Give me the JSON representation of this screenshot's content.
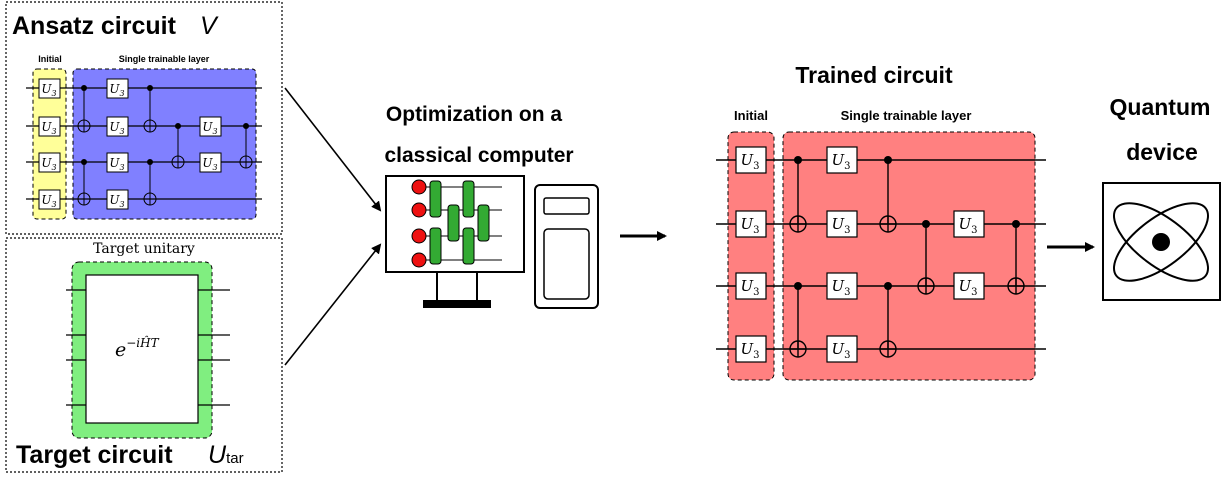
{
  "ansatz_panel": {
    "title": "Ansatz circuit",
    "title_symbol": "V",
    "initial_label": "Initial",
    "layer_label": "Single trainable layer",
    "gate_label": "U",
    "gate_subscript": "3",
    "colors": {
      "initial": "#ffff99",
      "layer": "#8080ff"
    }
  },
  "target_panel": {
    "caption": "Target unitary",
    "operator_base": "e",
    "operator_exponent": "−iĤT",
    "title": "Target circuit",
    "title_symbol": "U",
    "title_subscript": "tar",
    "colors": {
      "box": "#80ee80"
    }
  },
  "optimization": {
    "title_line1": "Optimization on a",
    "title_line2": "classical computer",
    "colors": {
      "qubit": "#ee1111",
      "gate": "#33aa33"
    }
  },
  "trained_panel": {
    "title": "Trained circuit",
    "initial_label": "Initial",
    "layer_label": "Single trainable layer",
    "gate_label": "U",
    "gate_subscript": "3",
    "colors": {
      "fill": "#ff8080"
    }
  },
  "device": {
    "title_line1": "Quantum",
    "title_line2": "device",
    "icon": "atom-icon"
  }
}
